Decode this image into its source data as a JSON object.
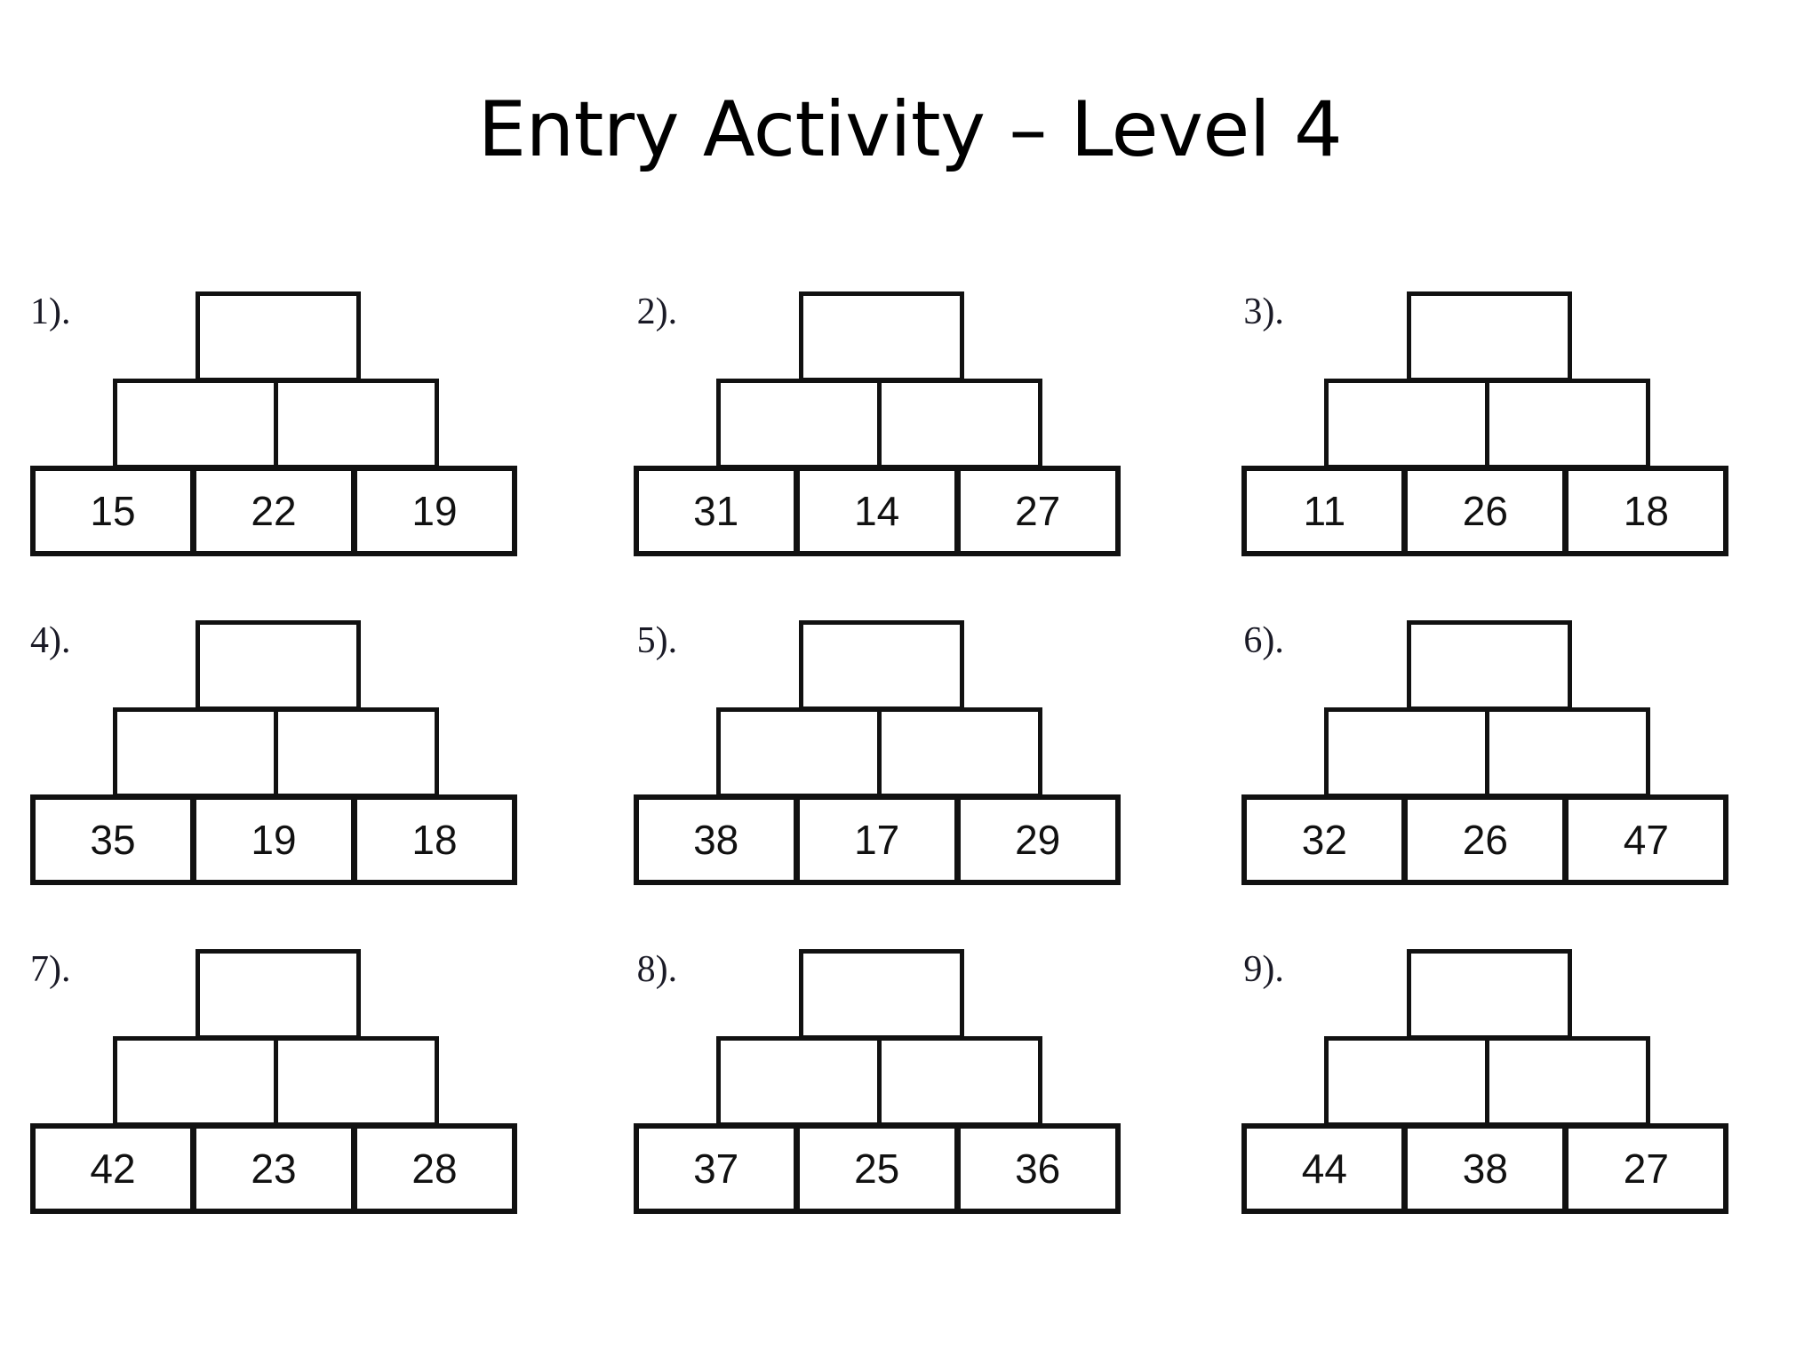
{
  "page": {
    "title": "Entry Activity – Level 4",
    "background_color": "#ffffff",
    "ink_color": "#111111"
  },
  "worksheet": {
    "type": "number-pyramid-worksheet",
    "rows_per_pyramid": 3,
    "bottom_row_cells": 3,
    "middle_row_cells": 2,
    "top_row_cells": 1,
    "problems": [
      {
        "label": "1).",
        "bottom": [
          "15",
          "22",
          "19"
        ],
        "middle": [
          "",
          ""
        ],
        "top": [
          ""
        ]
      },
      {
        "label": "2).",
        "bottom": [
          "31",
          "14",
          "27"
        ],
        "middle": [
          "",
          ""
        ],
        "top": [
          ""
        ]
      },
      {
        "label": "3).",
        "bottom": [
          "11",
          "26",
          "18"
        ],
        "middle": [
          "",
          ""
        ],
        "top": [
          ""
        ]
      },
      {
        "label": "4).",
        "bottom": [
          "35",
          "19",
          "18"
        ],
        "middle": [
          "",
          ""
        ],
        "top": [
          ""
        ]
      },
      {
        "label": "5).",
        "bottom": [
          "38",
          "17",
          "29"
        ],
        "middle": [
          "",
          ""
        ],
        "top": [
          ""
        ]
      },
      {
        "label": "6).",
        "bottom": [
          "32",
          "26",
          "47"
        ],
        "middle": [
          "",
          ""
        ],
        "top": [
          ""
        ]
      },
      {
        "label": "7).",
        "bottom": [
          "42",
          "23",
          "28"
        ],
        "middle": [
          "",
          ""
        ],
        "top": [
          ""
        ]
      },
      {
        "label": "8).",
        "bottom": [
          "37",
          "25",
          "36"
        ],
        "middle": [
          "",
          ""
        ],
        "top": [
          ""
        ]
      },
      {
        "label": "9).",
        "bottom": [
          "44",
          "38",
          "27"
        ],
        "middle": [
          "",
          ""
        ],
        "top": [
          ""
        ]
      }
    ]
  }
}
